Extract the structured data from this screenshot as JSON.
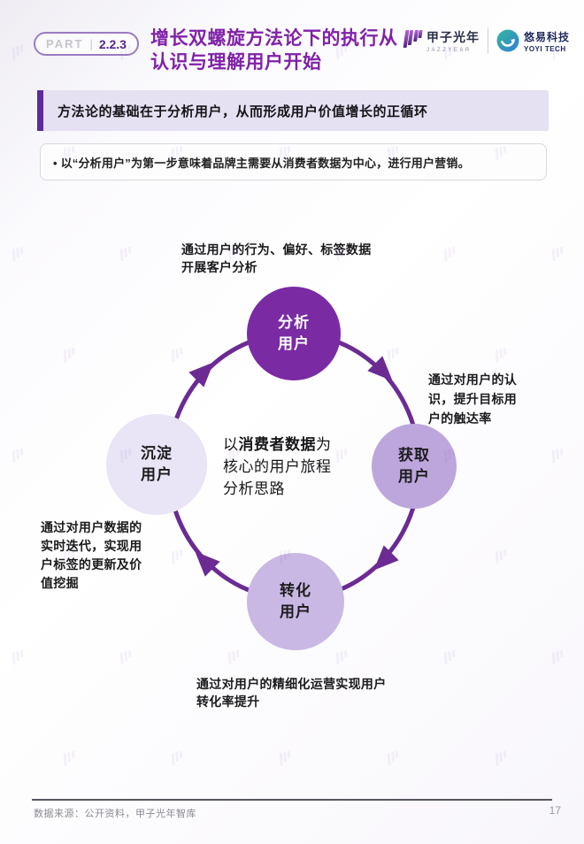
{
  "header": {
    "badge": {
      "part": "PART",
      "sep": "|",
      "number": "2.2.3"
    },
    "title": "增长双螺旋方法论下的执行从\n认识与理解用户开始",
    "logos": {
      "jazzyear": {
        "name": "甲子光年",
        "sub": "JAZZYEAR"
      },
      "yoyi": {
        "name": "悠易科技",
        "sub": "YOYI TECH"
      }
    }
  },
  "banner": {
    "text": "方法论的基础在于分析用户，从而形成用户价值增长的正循环",
    "accent_color": "#5e2c99",
    "bg_color": "#e6e0f3"
  },
  "bullet": {
    "text": "• 以“分析用户”为第一步意味着品牌主需要从消费者数据为中心，进行用户营销。"
  },
  "diagram": {
    "ring_color": "#6b2b93",
    "center": {
      "prefix": "以",
      "bold": "消费者数据",
      "suffix": "为\n核心的用户旅程\n分析思路"
    },
    "nodes": [
      {
        "id": "analyze",
        "label": "分析\n用户",
        "color": "#7a2ba3",
        "text_color": "#ffffff"
      },
      {
        "id": "acquire",
        "label": "获取\n用户",
        "color": "#bda6dc",
        "text_color": "#1c1c1e"
      },
      {
        "id": "convert",
        "label": "转化\n用户",
        "color": "#c9b8e4",
        "text_color": "#1c1c1e"
      },
      {
        "id": "retain",
        "label": "沉淀\n用户",
        "color": "#e9e4f6",
        "text_color": "#1c1c1e"
      }
    ],
    "annotations": {
      "top": "通过用户的行为、偏好、标签数据\n开展客户分析",
      "right": "通过对用户的认\n识，提升目标用\n户的触达率",
      "left": "通过对用户数据的\n实时迭代，实现用\n户标签的更新及价\n值挖掘",
      "bottom": "通过对用户的精细化运营实现用户\n转化率提升"
    }
  },
  "footer": {
    "source": "数据来源：公开资料，甲子光年智库",
    "page_number": "17"
  }
}
